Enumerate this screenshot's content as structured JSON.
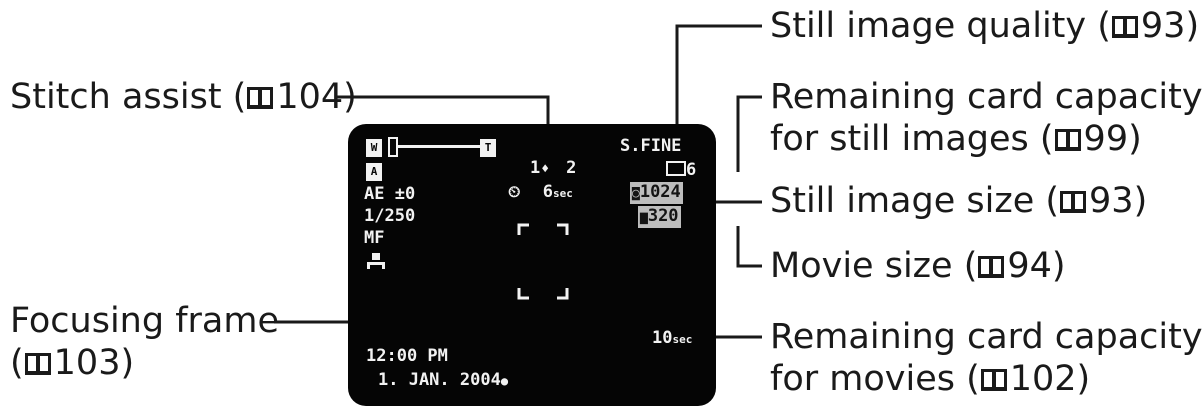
{
  "callouts": {
    "still_quality": {
      "label": "Still image quality (",
      "ref": "93)"
    },
    "stitch_assist": {
      "label": "Stitch assist (",
      "ref": "104)"
    },
    "card_still": {
      "line1": "Remaining card capacity",
      "label": "for still images (",
      "ref": "99)"
    },
    "still_size": {
      "label": "Still image size (",
      "ref": "93)"
    },
    "movie_size": {
      "label": "Movie size (",
      "ref": "94)"
    },
    "focusing_frame": {
      "line1": "Focusing frame",
      "label": "(",
      "ref": "103)"
    },
    "card_movies": {
      "line1": "Remaining card capacity",
      "label": "for movies (",
      "ref": "102)"
    }
  },
  "screen": {
    "zoom_wide": "W",
    "zoom_tele": "T",
    "mode_icon": "A",
    "stitch_left": "1",
    "stitch_right": "2",
    "ae": "AE ±0",
    "shutter": "1/250",
    "focus_mode": "MF",
    "timer_value": "6",
    "timer_unit": "sec",
    "quality": "S.FINE",
    "card_still_count": "6",
    "still_size": "1024",
    "movie_size": "320",
    "card_movie_value": "10",
    "card_movie_unit": "sec",
    "time": "12:00 PM",
    "date": "1. JAN. 2004"
  },
  "colors": {
    "text": "#1a1a1a",
    "screen": "#050505",
    "osd": "#f2f2f2",
    "chip": "#bdbdbd"
  }
}
